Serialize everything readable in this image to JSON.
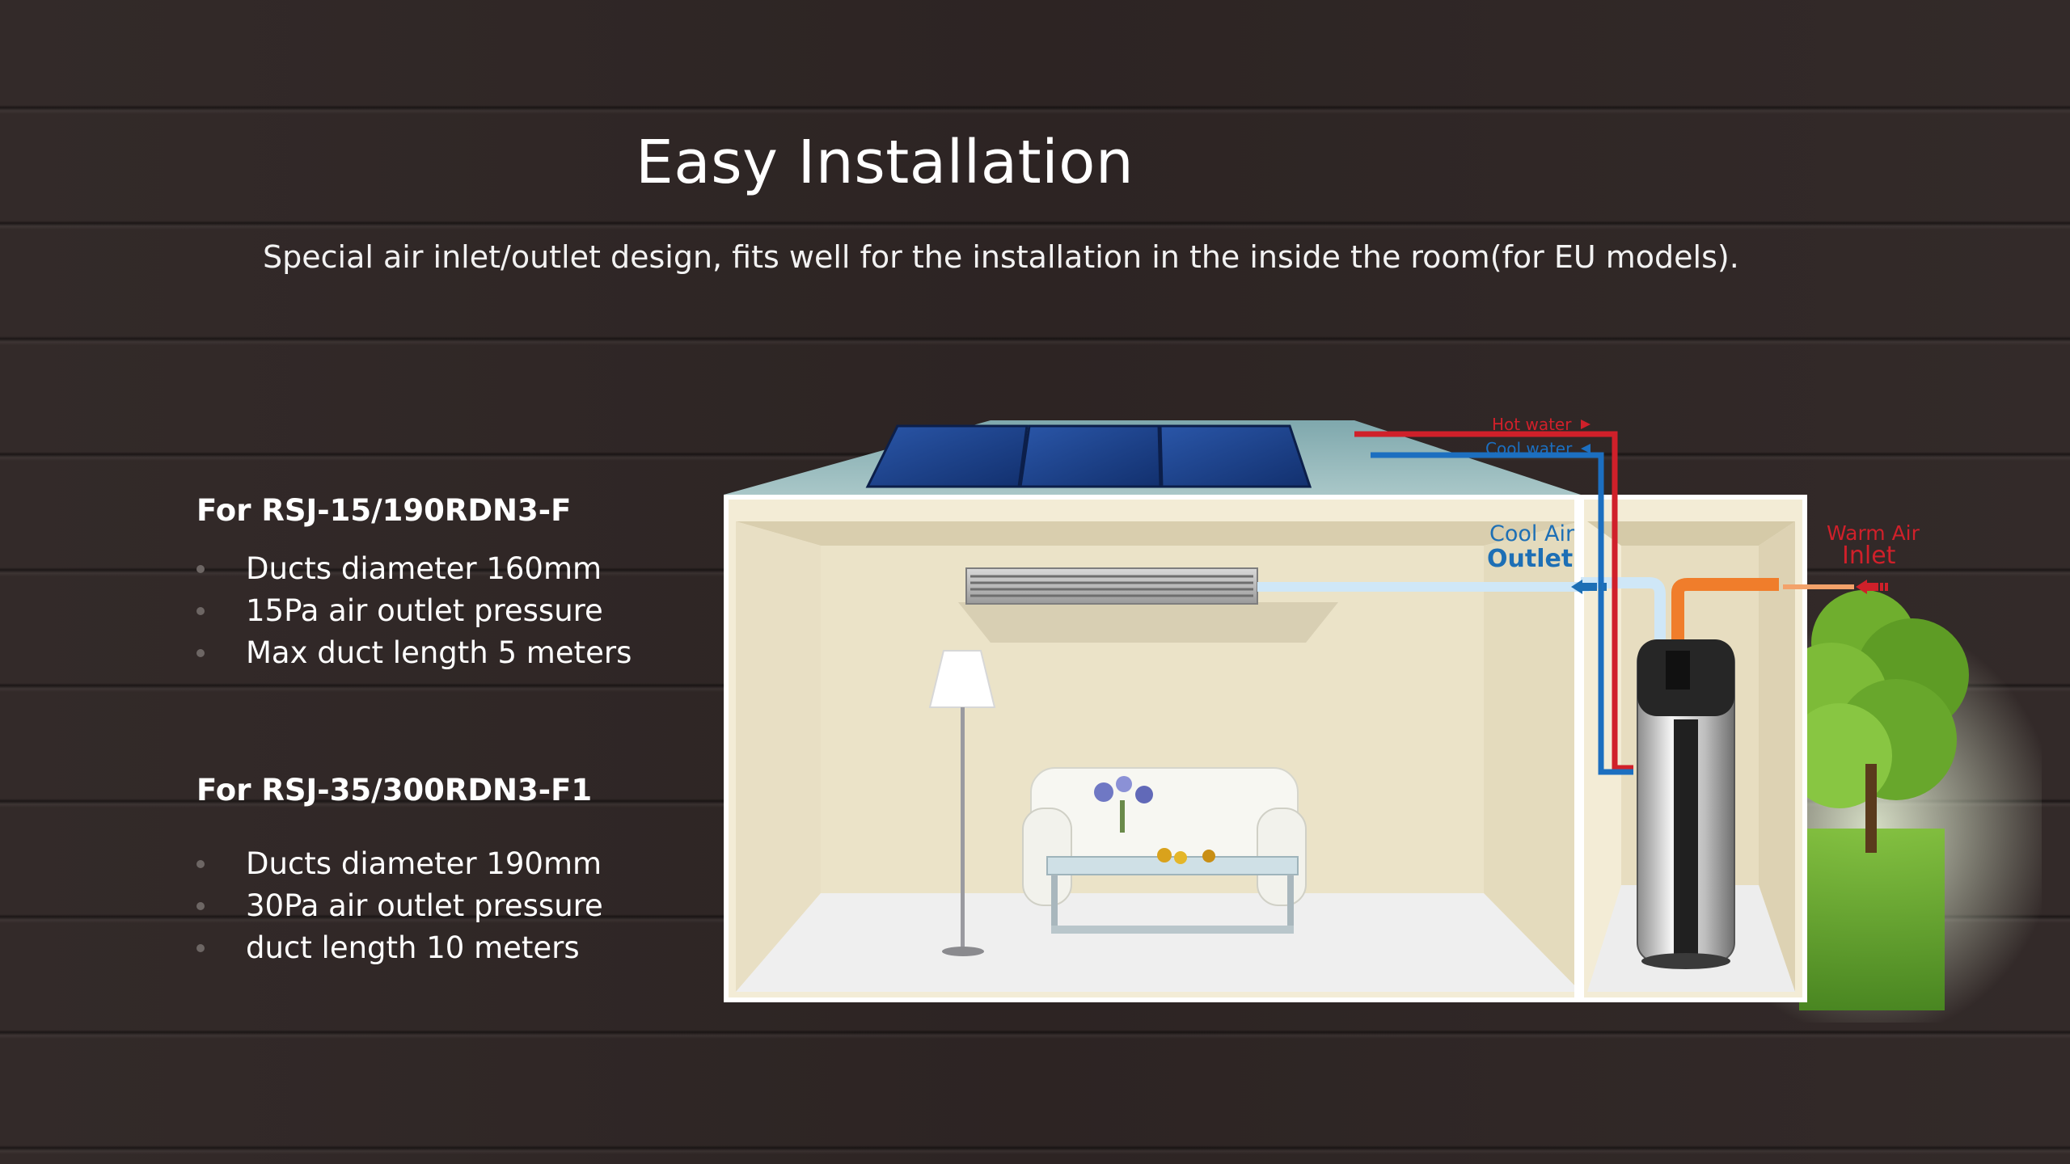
{
  "slide": {
    "title": "Easy Installation",
    "subtitle": "Special air inlet/outlet design, fits well for the installation in the inside the room(for EU models)."
  },
  "models": [
    {
      "heading": "For RSJ-15/190RDN3-F",
      "bullets": [
        "Ducts diameter 160mm",
        "15Pa air outlet pressure",
        "Max duct length 5 meters"
      ]
    },
    {
      "heading": "For RSJ-35/300RDN3-F1",
      "bullets": [
        "Ducts diameter 190mm",
        "30Pa air outlet pressure",
        "duct length 10 meters"
      ]
    }
  ],
  "diagram": {
    "hot_water": "Hot water",
    "cool_water": "Cool water",
    "cool_air_line1": "Cool Air",
    "cool_air_line2": "Outlet",
    "warm_air_line1": "Warm Air",
    "warm_air_line2": "Inlet"
  },
  "colors": {
    "background": "#2f2625",
    "hot_pipe": "#d0202a",
    "cool_pipe": "#1c6fc0",
    "solar_panel": "#1b3f8a",
    "outlet_text": "#1d6fb5"
  }
}
